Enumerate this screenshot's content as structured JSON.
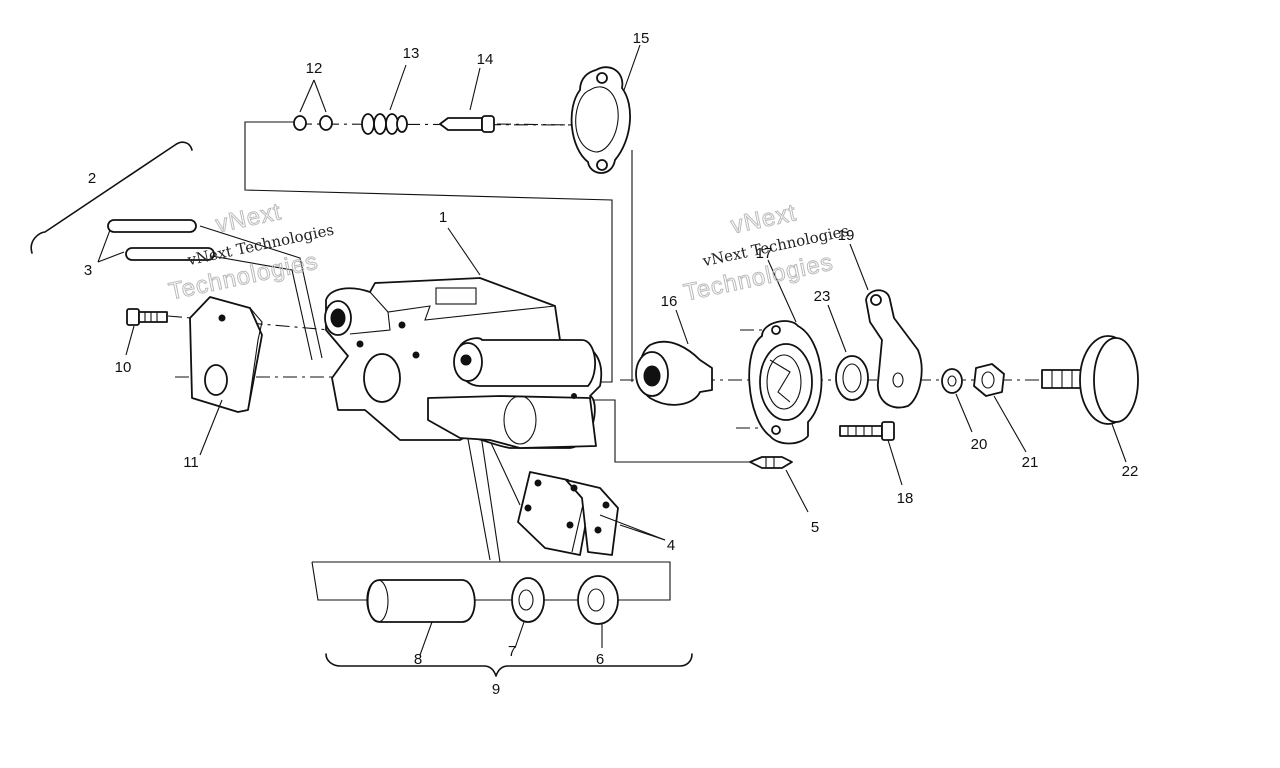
{
  "diagram": {
    "callouts": [
      "1",
      "2",
      "3",
      "4",
      "5",
      "6",
      "7",
      "8",
      "9",
      "10",
      "11",
      "12",
      "13",
      "14",
      "15",
      "16",
      "17",
      "18",
      "19",
      "20",
      "21",
      "22",
      "23"
    ]
  },
  "watermarks": [
    {
      "line1": "vNext",
      "line2": "vNext Technologies",
      "line3": "Technologies"
    },
    {
      "line1": "vNext",
      "line2": "vNext Technologies",
      "line3": "Technologies"
    }
  ]
}
